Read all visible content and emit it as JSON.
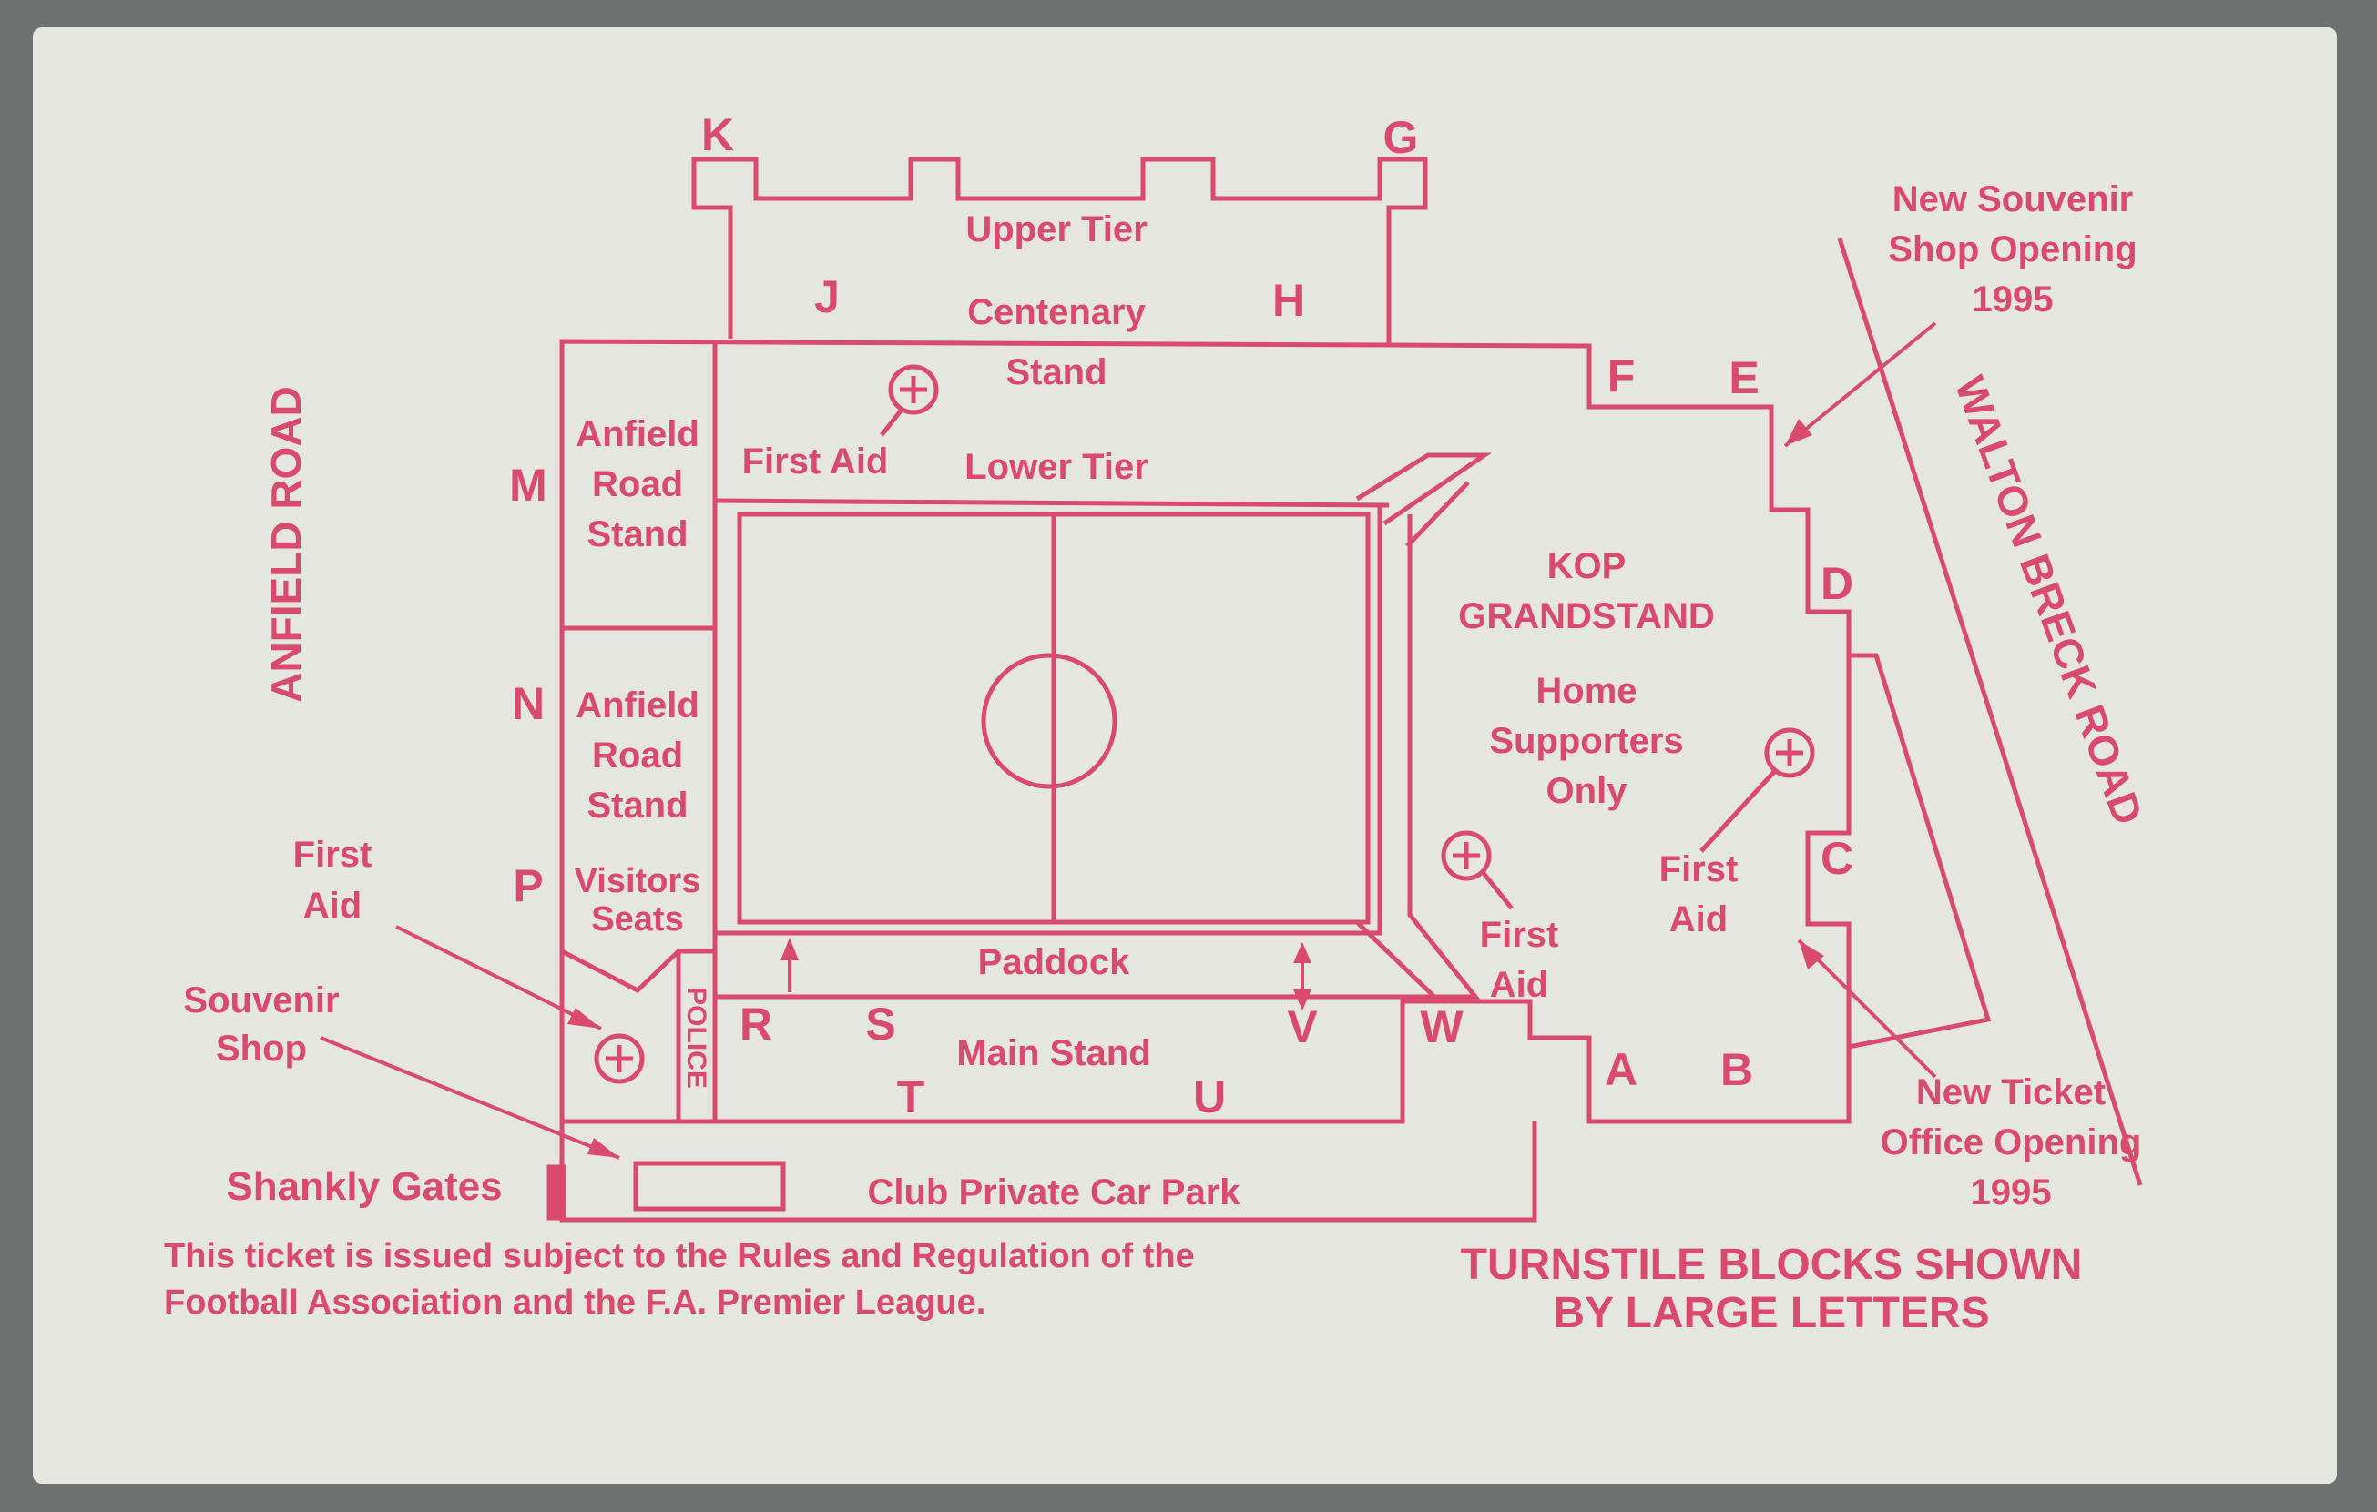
{
  "colors": {
    "ink": "#d94a6e",
    "ticket": "#e6e6e0",
    "background": "#6f7170"
  },
  "roads": {
    "anfield_road": "ANFIELD ROAD",
    "walton_breck_road": "WALTON BRECK ROAD"
  },
  "centenary_stand": {
    "upper_tier": "Upper Tier",
    "name_line1": "Centenary",
    "name_line2": "Stand",
    "lower_tier": "Lower Tier",
    "first_aid": "First Aid"
  },
  "anfield_road_stand_upper": {
    "line1": "Anfield",
    "line2": "Road",
    "line3": "Stand"
  },
  "anfield_road_stand_lower": {
    "line1": "Anfield",
    "line2": "Road",
    "line3": "Stand"
  },
  "visitors": {
    "line1": "Visitors",
    "line2": "Seats"
  },
  "police": "POLICE",
  "kop": {
    "line1": "KOP",
    "line2": "GRANDSTAND",
    "home_line1": "Home",
    "home_line2": "Supporters",
    "home_line3": "Only"
  },
  "paddock": "Paddock",
  "main_stand": "Main Stand",
  "car_park": "Club Private Car Park",
  "shankly_gates": "Shankly Gates",
  "first_aid_left": {
    "line1": "First",
    "line2": "Aid"
  },
  "souvenir_shop": {
    "line1": "Souvenir",
    "line2": "Shop"
  },
  "first_aid_kop_w": {
    "line1": "First",
    "line2": "Aid"
  },
  "first_aid_kop_e": {
    "line1": "First",
    "line2": "Aid"
  },
  "new_souvenir": {
    "line1": "New Souvenir",
    "line2": "Shop Opening",
    "line3": "1995"
  },
  "new_ticket": {
    "line1": "New Ticket",
    "line2": "Office Opening",
    "line3": "1995"
  },
  "turnstile_note": {
    "line1": "TURNSTILE BLOCKS SHOWN",
    "line2": "BY LARGE LETTERS"
  },
  "disclaimer": {
    "line1": "This ticket is issued subject to the Rules and Regulation of the",
    "line2": "Football Association and the F.A. Premier League."
  },
  "turnstiles": {
    "K": "K",
    "G": "G",
    "J": "J",
    "H": "H",
    "F": "F",
    "E": "E",
    "D": "D",
    "C": "C",
    "B": "B",
    "A": "A",
    "W": "W",
    "V": "V",
    "U": "U",
    "T": "T",
    "S": "S",
    "R": "R",
    "P": "P",
    "N": "N",
    "M": "M"
  }
}
